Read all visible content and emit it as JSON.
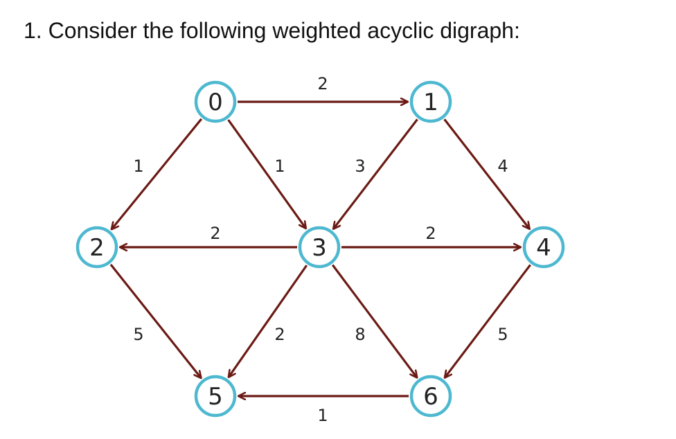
{
  "question": {
    "text": "1. Consider the following weighted acyclic digraph:"
  },
  "colors": {
    "edge": "#6b1a14",
    "node_border": "#4db8d0",
    "node_fill": "#ffffff",
    "text": "#222222"
  },
  "graph": {
    "directed": true,
    "nodes": [
      {
        "id": "n0",
        "label": "0"
      },
      {
        "id": "n1",
        "label": "1"
      },
      {
        "id": "n2",
        "label": "2"
      },
      {
        "id": "n3",
        "label": "3"
      },
      {
        "id": "n4",
        "label": "4"
      },
      {
        "id": "n5",
        "label": "5"
      },
      {
        "id": "n6",
        "label": "6"
      }
    ],
    "edges": [
      {
        "from": "n0",
        "to": "n1",
        "weight": "2"
      },
      {
        "from": "n0",
        "to": "n2",
        "weight": "1"
      },
      {
        "from": "n0",
        "to": "n3",
        "weight": "1"
      },
      {
        "from": "n1",
        "to": "n3",
        "weight": "3"
      },
      {
        "from": "n1",
        "to": "n4",
        "weight": "4"
      },
      {
        "from": "n3",
        "to": "n2",
        "weight": "2"
      },
      {
        "from": "n3",
        "to": "n4",
        "weight": "2"
      },
      {
        "from": "n2",
        "to": "n5",
        "weight": "5"
      },
      {
        "from": "n3",
        "to": "n5",
        "weight": "2"
      },
      {
        "from": "n3",
        "to": "n6",
        "weight": "8"
      },
      {
        "from": "n4",
        "to": "n6",
        "weight": "5"
      },
      {
        "from": "n6",
        "to": "n5",
        "weight": "1"
      }
    ]
  }
}
